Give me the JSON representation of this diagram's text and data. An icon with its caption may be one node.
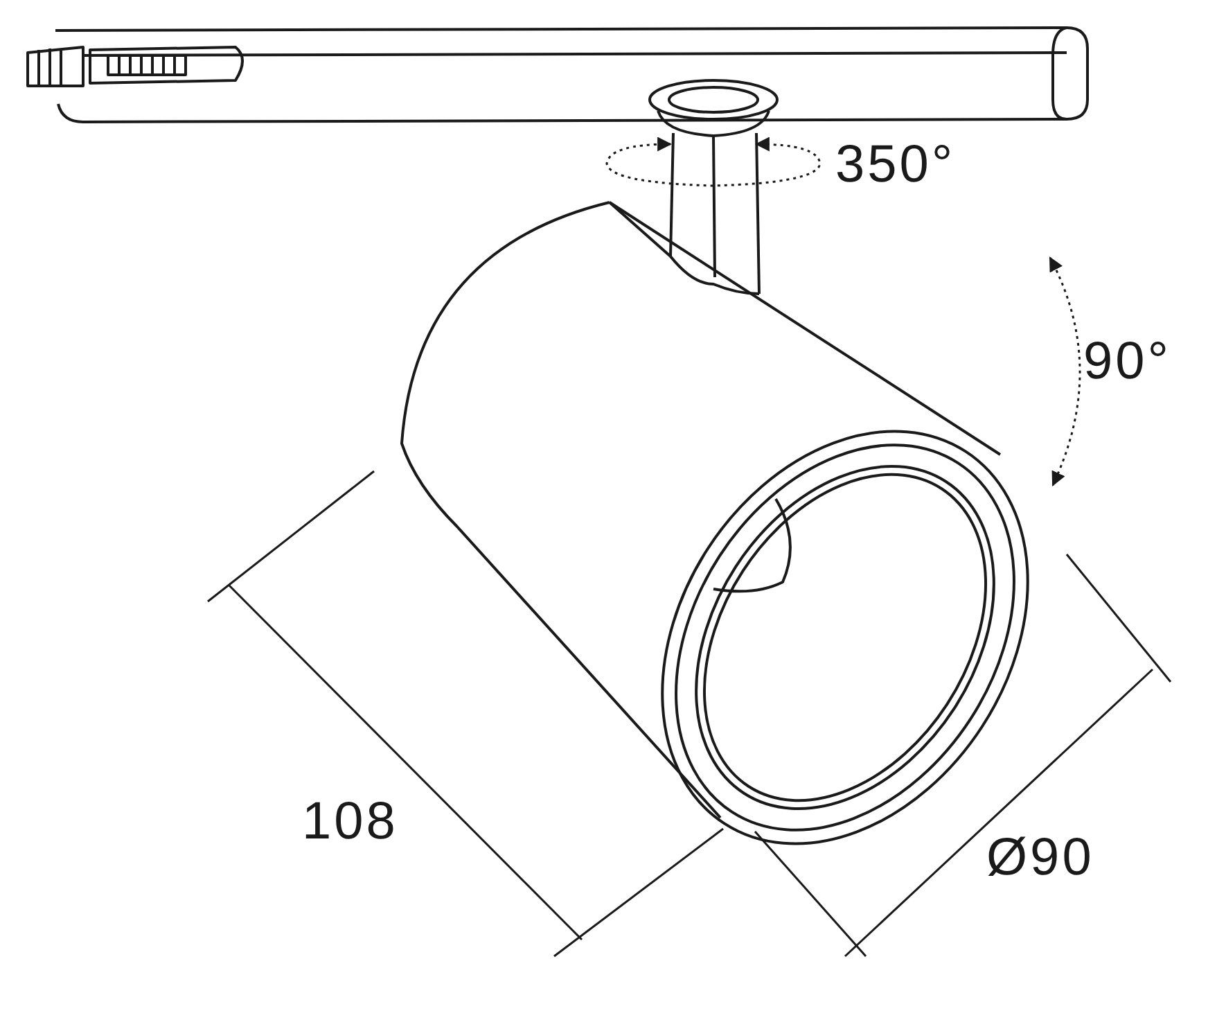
{
  "diagram": {
    "labels": [
      "350°",
      "90°",
      "108",
      "Ø90"
    ]
  }
}
